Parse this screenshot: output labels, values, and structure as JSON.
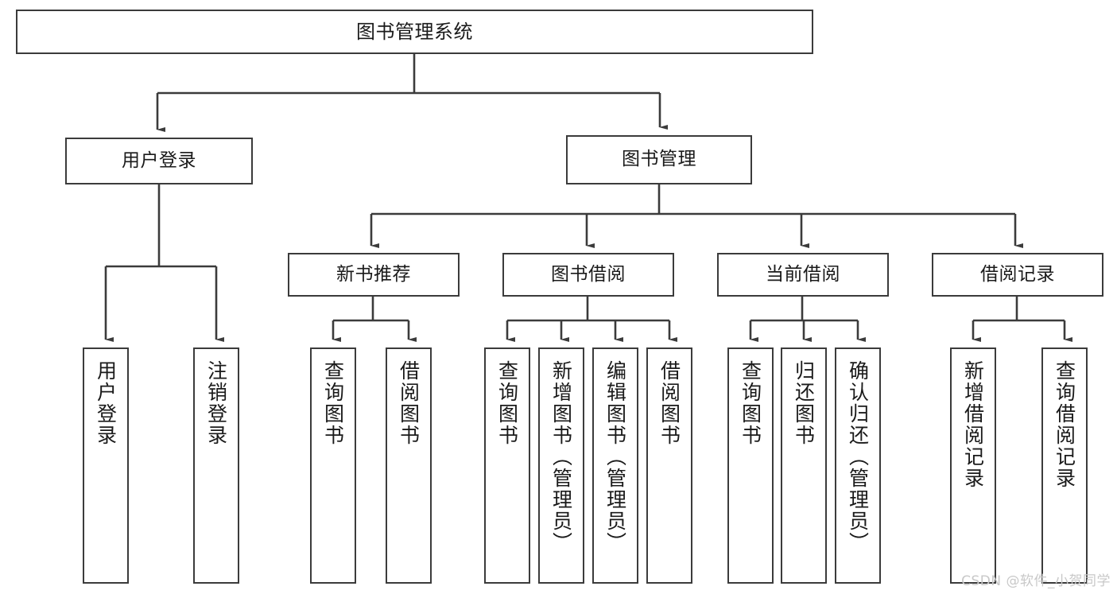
{
  "diagram": {
    "type": "tree",
    "title": "图书管理系统",
    "stroke_color": "#3b3b3b",
    "fill_color": "#ffffff",
    "text_color": "#1a1a1a",
    "nodes": {
      "root": {
        "label": "图书管理系统"
      },
      "level1": [
        {
          "id": "user-login",
          "label": "用户登录"
        },
        {
          "id": "book-management",
          "label": "图书管理"
        }
      ],
      "level2": [
        {
          "id": "new-book-recommend",
          "label": "新书推荐"
        },
        {
          "id": "book-borrow",
          "label": "图书借阅"
        },
        {
          "id": "current-borrow",
          "label": "当前借阅"
        },
        {
          "id": "borrow-record",
          "label": "借阅记录"
        }
      ],
      "leaves": [
        {
          "id": "leaf-user-login",
          "parent": "user-login",
          "label": "用户登录"
        },
        {
          "id": "leaf-logout-login",
          "parent": "user-login",
          "label": "注销登录"
        },
        {
          "id": "leaf-query-book-1",
          "parent": "new-book-recommend",
          "label": "查询图书"
        },
        {
          "id": "leaf-borrow-book-1",
          "parent": "new-book-recommend",
          "label": "借阅图书"
        },
        {
          "id": "leaf-query-book-2",
          "parent": "book-borrow",
          "label": "查询图书"
        },
        {
          "id": "leaf-add-book",
          "parent": "book-borrow",
          "label": "新增图书（管理员）"
        },
        {
          "id": "leaf-edit-book",
          "parent": "book-borrow",
          "label": "编辑图书（管理员）"
        },
        {
          "id": "leaf-borrow-book-2",
          "parent": "book-borrow",
          "label": "借阅图书"
        },
        {
          "id": "leaf-query-book-3",
          "parent": "current-borrow",
          "label": "查询图书"
        },
        {
          "id": "leaf-return-book",
          "parent": "current-borrow",
          "label": "归还图书"
        },
        {
          "id": "leaf-confirm-return",
          "parent": "current-borrow",
          "label": "确认归还（管理员）"
        },
        {
          "id": "leaf-add-record",
          "parent": "borrow-record",
          "label": "新增借阅记录"
        },
        {
          "id": "leaf-query-record",
          "parent": "borrow-record",
          "label": "查询借阅记录"
        }
      ]
    }
  },
  "watermark": {
    "text": "CSDN @软件_小贺同学",
    "color": "#c8c8c8"
  }
}
